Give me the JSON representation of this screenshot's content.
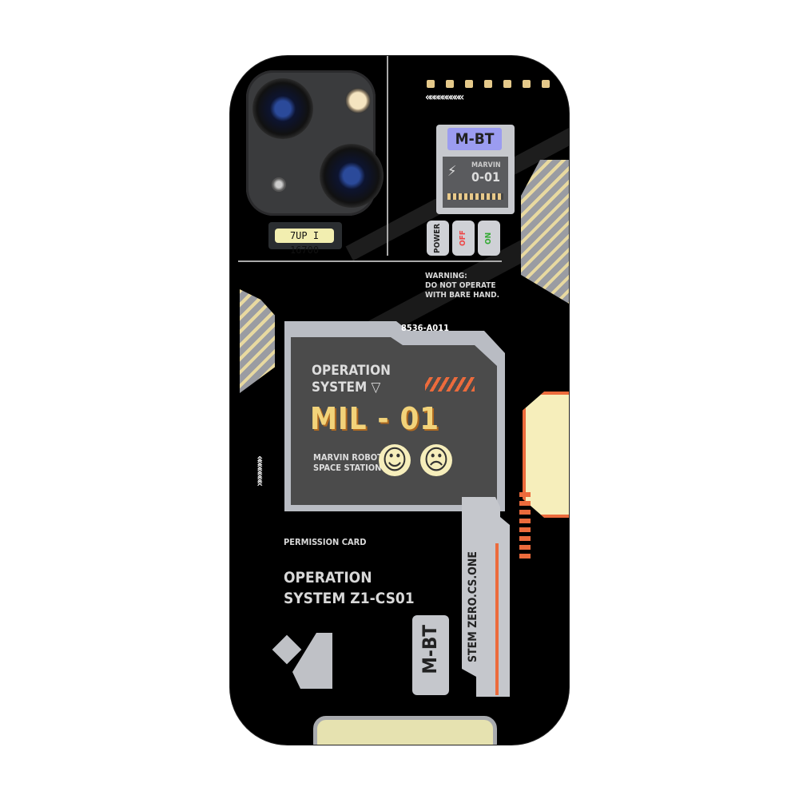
{
  "lcd_text": "7UP I 16700",
  "mbt_card": {
    "label": "M-BT",
    "brand": "MARVIN",
    "model": "0-01"
  },
  "power_buttons": {
    "power": "POWER",
    "off": "OFF",
    "on": "ON"
  },
  "warning": [
    "WARNING:",
    "DO NOT OPERATE",
    "WITH BARE HAND."
  ],
  "panel": {
    "code": "8536-A011",
    "os_line1": "OPERATION",
    "os_line2": "SYSTEM",
    "title": "MIL - 01",
    "sub_line1": "MARVIN ROBOT",
    "sub_line2": "SPACE STATION",
    "happy_face": "☺",
    "sad_face": "☹"
  },
  "permission": {
    "label": "PERMISSION CARD",
    "line1": "OPERATION",
    "line2": "SYSTEM Z1-CS01"
  },
  "side_text": "STEM ZERO.CS.ONE",
  "bottom_label": "M-BT",
  "colors": {
    "accent_orange": "#ec6b3c",
    "title_yellow": "#f2d37a",
    "card_purple": "#9b9cf0",
    "cream": "#f6eebb"
  }
}
